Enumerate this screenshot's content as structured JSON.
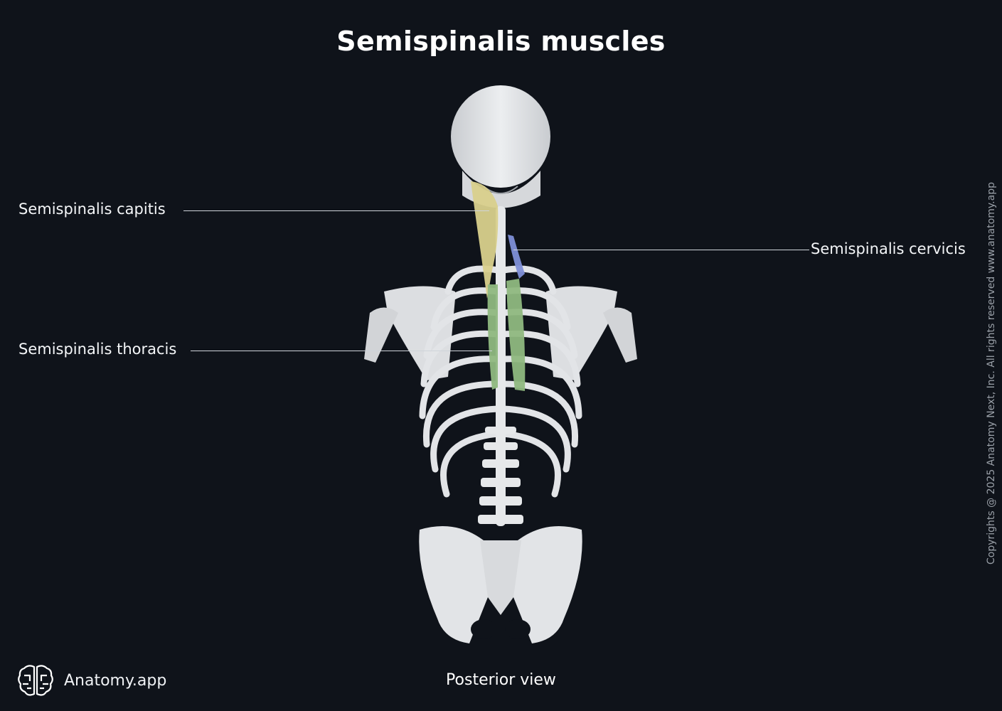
{
  "title": "Semispinalis muscles",
  "labels": {
    "capitis": "Semispinalis capitis",
    "cervicis": "Semispinalis cervicis",
    "thoracis": "Semispinalis thoracis"
  },
  "view_caption": "Posterior view",
  "brand": {
    "name": "Anatomy.app",
    "icon": "brain-logo-icon"
  },
  "copyright": "Copyrights @ 2025 Anatomy Next, Inc. All rights reserved www.anatomy.app",
  "colors": {
    "background": "#0f131a",
    "bone": "#e4e6e9",
    "capitis": "#d9d08c",
    "cervicis": "#7f8fd8",
    "thoracis": "#8fb87f",
    "leader_line": "#cfd4da"
  }
}
